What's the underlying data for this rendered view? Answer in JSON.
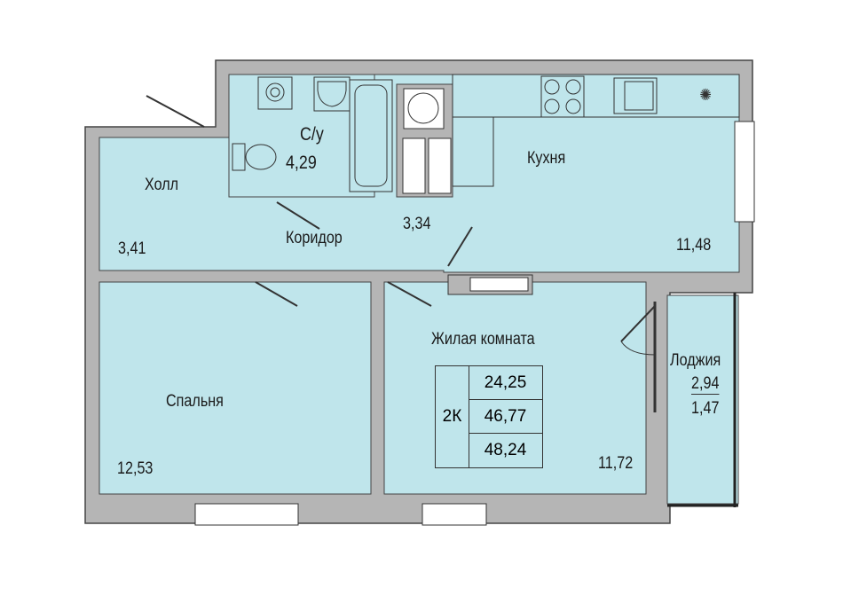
{
  "plan": {
    "rooms": {
      "bathroom": {
        "name": "С/у",
        "area": "4,29"
      },
      "kitchen": {
        "name": "Кухня",
        "area": "11,48"
      },
      "hall": {
        "name": "Холл",
        "area": "3,41"
      },
      "corridor": {
        "name": "Коридор",
        "area": "3,34"
      },
      "bedroom": {
        "name": "Спальня",
        "area": "12,53"
      },
      "living": {
        "name": "Жилая комната",
        "area": "11,72"
      },
      "loggia": {
        "name": "Лоджия",
        "area": "2,94",
        "area_reduced": "1,47"
      }
    },
    "summary": {
      "type": "2К",
      "living_area": "24,25",
      "total_area": "46,77",
      "total_with_loggia": "48,24"
    },
    "colors": {
      "wall": "#b5b5b5",
      "floor": "#bfe5eb",
      "outline": "#333333"
    }
  }
}
